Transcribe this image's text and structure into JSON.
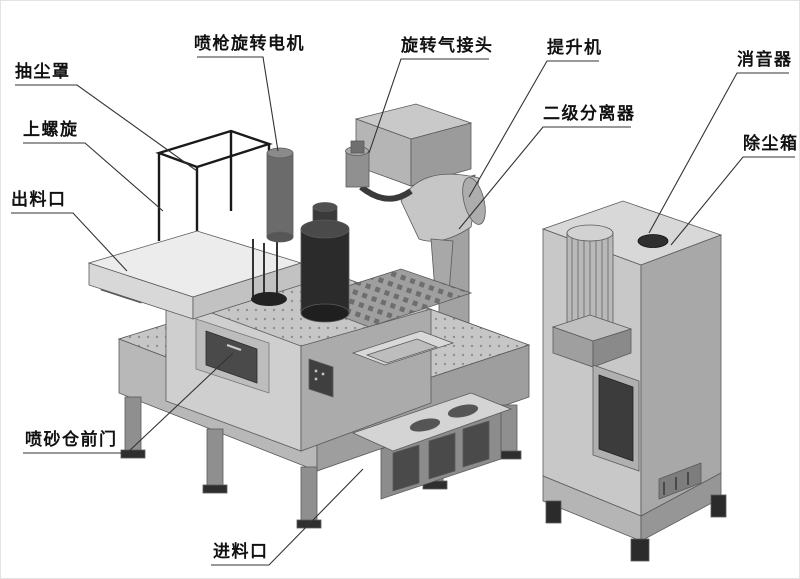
{
  "diagram": {
    "labels": [
      {
        "id": "dust-extraction-hood",
        "text": "抽尘罩"
      },
      {
        "id": "upper-spiral",
        "text": "上螺旋"
      },
      {
        "id": "discharge-outlet",
        "text": "出料口"
      },
      {
        "id": "spray-gun-rotation-motor",
        "text": "喷枪旋转电机"
      },
      {
        "id": "rotary-air-joint",
        "text": "旋转气接头"
      },
      {
        "id": "elevator",
        "text": "提升机"
      },
      {
        "id": "secondary-separator",
        "text": "二级分离器"
      },
      {
        "id": "muffler",
        "text": "消音器"
      },
      {
        "id": "dust-removal-box",
        "text": "除尘箱"
      },
      {
        "id": "blast-chamber-front-door",
        "text": "喷砂仓前门"
      },
      {
        "id": "feed-inlet",
        "text": "进料口"
      }
    ],
    "colors": {
      "background": "#ffffff",
      "label_text": "#111111",
      "leader_line": "#333333",
      "machine_light": "#d8d8d8",
      "machine_mid": "#c0c0c0",
      "machine_dark": "#8f8f8f",
      "machine_black": "#2b2b2b"
    }
  }
}
